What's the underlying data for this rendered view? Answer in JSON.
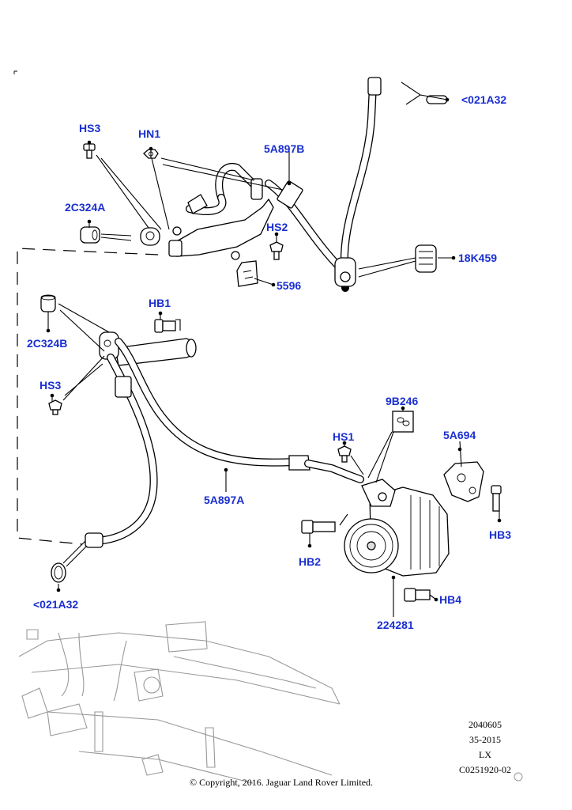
{
  "labels": [
    {
      "id": "021a32-top",
      "text": "<021A32"
    },
    {
      "id": "hs3-top",
      "text": "HS3"
    },
    {
      "id": "hn1",
      "text": "HN1"
    },
    {
      "id": "5a897b",
      "text": "5A897B"
    },
    {
      "id": "2c324a",
      "text": "2C324A"
    },
    {
      "id": "hs2",
      "text": "HS2"
    },
    {
      "id": "18k459",
      "text": "18K459"
    },
    {
      "id": "5596",
      "text": "5596"
    },
    {
      "id": "hb1",
      "text": "HB1"
    },
    {
      "id": "2c324b",
      "text": "2C324B"
    },
    {
      "id": "hs3-bottom",
      "text": "HS3"
    },
    {
      "id": "9b246",
      "text": "9B246"
    },
    {
      "id": "hs1",
      "text": "HS1"
    },
    {
      "id": "5a694",
      "text": "5A694"
    },
    {
      "id": "5a897a",
      "text": "5A897A"
    },
    {
      "id": "hb3",
      "text": "HB3"
    },
    {
      "id": "hb2",
      "text": "HB2"
    },
    {
      "id": "hb4",
      "text": "HB4"
    },
    {
      "id": "021a32-bottom",
      "text": "<021A32"
    },
    {
      "id": "224281",
      "text": "224281"
    }
  ],
  "info_block": {
    "line1": "2040605",
    "line2": "35-2015",
    "line3": "LX",
    "line4": "C0251920-02"
  },
  "copyright": "© Copyright, 2016. Jaguar Land Rover Limited.",
  "colors": {
    "label": "#1a2fd0",
    "line": "#000000",
    "ghost": "#999999"
  }
}
